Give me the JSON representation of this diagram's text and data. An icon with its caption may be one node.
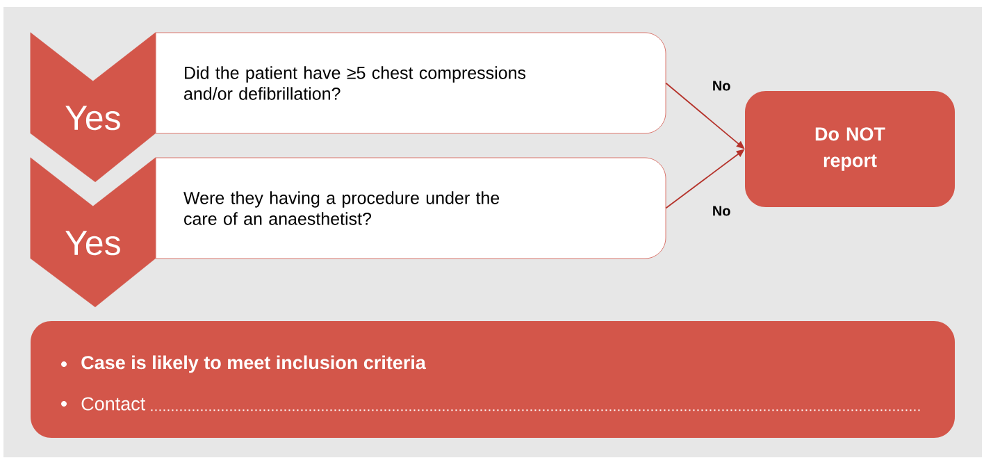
{
  "diagram": {
    "nodes": [
      {
        "text": [
          "Did the patient have ≥5 chest compressions and/or defibrillation?"
        ]
      },
      {
        "text": [
          "Were they having a procedure under the care of an anaesthetist?"
        ]
      },
      {
        "text": [
          "Do NOT report"
        ]
      },
      {
        "text": [
          "Case is likely to meet inclusion criteria",
          "Contact"
        ]
      }
    ],
    "edges": [
      {
        "from": 0,
        "to": 2,
        "arrow": "to",
        "label": "No"
      },
      {
        "from": 1,
        "to": 2,
        "arrow": "to",
        "label": "No"
      },
      {
        "from": 0,
        "to": 1,
        "arrow": "to",
        "label": "Yes",
        "style": "thick",
        "color": "#d3564a"
      },
      {
        "from": 1,
        "to": 3,
        "arrow": "to",
        "label": "Yes",
        "style": "thick",
        "color": "#d3564a"
      }
    ]
  }
}
